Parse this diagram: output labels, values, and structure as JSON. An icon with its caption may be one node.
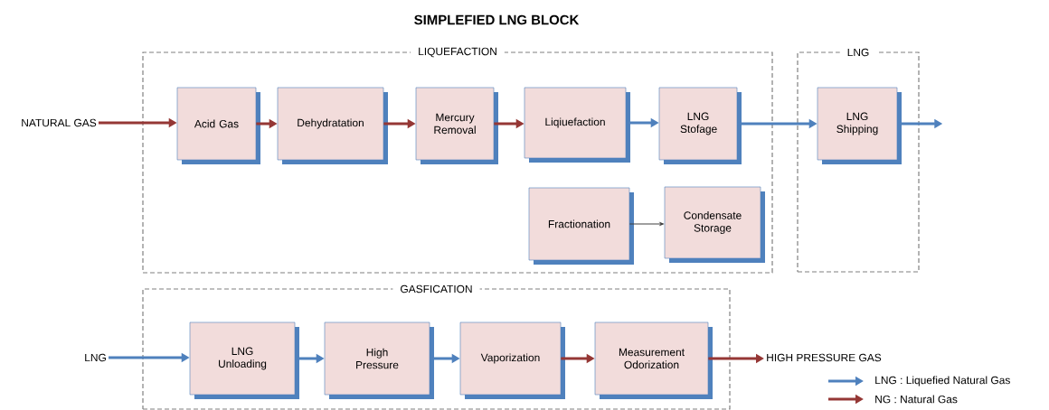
{
  "diagram": {
    "title": "SIMPLEFIED LNG BLOCK",
    "nodes": [
      {
        "text": [
          "LIQUEFACTION"
        ]
      },
      {
        "text": [
          "Acid Gas"
        ],
        "in": 0
      },
      {
        "text": [
          "Dehydratation"
        ],
        "in": 0
      },
      {
        "text": [
          "Mercury Removal"
        ],
        "in": 0
      },
      {
        "text": [
          "Liqiuefaction"
        ],
        "in": 0
      },
      {
        "text": [
          "LNG Stofage"
        ],
        "in": 0
      },
      {
        "text": [
          "Fractionation"
        ],
        "in": 0
      },
      {
        "text": [
          "Condensate Storage"
        ],
        "in": 0
      },
      {
        "text": [
          "LNG"
        ]
      },
      {
        "text": [
          "LNG Shipping"
        ],
        "in": 8
      },
      {
        "text": [
          "GASFICATION"
        ]
      },
      {
        "text": [
          "LNG Unloading"
        ],
        "in": 10
      },
      {
        "text": [
          "High Pressure"
        ],
        "in": 10
      },
      {
        "text": [
          "Vaporization"
        ],
        "in": 10
      },
      {
        "text": [
          "Measurement Odorization"
        ],
        "in": 10
      },
      {
        "text": [
          "NATURAL GAS"
        ]
      },
      {
        "text": [
          "LNG"
        ]
      },
      {
        "text": [
          "HIGH PRESSURE GAS"
        ]
      }
    ],
    "edges": [
      {
        "from": 15,
        "to": 1,
        "arrow": "to",
        "color": "#953735"
      },
      {
        "from": 1,
        "to": 2,
        "arrow": "to",
        "color": "#953735"
      },
      {
        "from": 2,
        "to": 3,
        "arrow": "to",
        "color": "#953735"
      },
      {
        "from": 3,
        "to": 4,
        "arrow": "to",
        "color": "#953735"
      },
      {
        "from": 4,
        "to": 5,
        "arrow": "to",
        "color": "#4f81bd"
      },
      {
        "from": 5,
        "to": 9,
        "arrow": "to",
        "color": "#4f81bd"
      },
      {
        "from": 9,
        "to": null,
        "arrow": "to",
        "color": "#4f81bd"
      },
      {
        "from": 6,
        "to": 7,
        "arrow": "to",
        "color": "#404040"
      },
      {
        "from": 16,
        "to": 11,
        "arrow": "to",
        "color": "#4f81bd"
      },
      {
        "from": 11,
        "to": 12,
        "arrow": "to",
        "color": "#4f81bd"
      },
      {
        "from": 12,
        "to": 13,
        "arrow": "to",
        "color": "#4f81bd"
      },
      {
        "from": 13,
        "to": 14,
        "arrow": "to",
        "color": "#953735"
      },
      {
        "from": 14,
        "to": 17,
        "arrow": "to",
        "color": "#953735"
      }
    ],
    "legend": [
      {
        "text": "LNG : Liquefied Natural Gas",
        "color": "#4f81bd"
      },
      {
        "text": "NG : Natural Gas",
        "color": "#953735"
      }
    ]
  }
}
